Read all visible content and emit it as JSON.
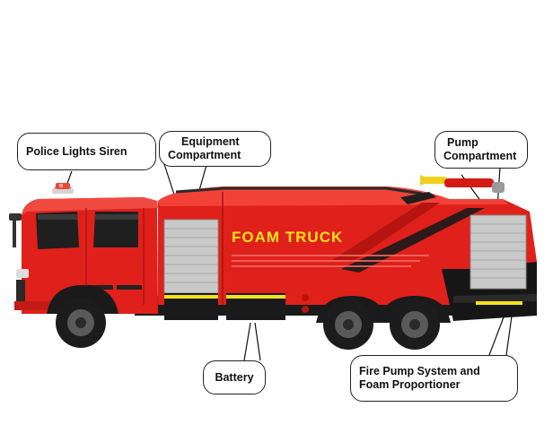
{
  "truck": {
    "side_text": "FOAM TRUCK",
    "colors": {
      "body": "#e0201b",
      "body_dark": "#b51410",
      "skirt": "#161616",
      "shutter": "#c9c9c9",
      "lettering": "#ffe21c",
      "reflective_strip": "#f2e21a",
      "nozzle": "#f0d01e",
      "beacon": "#e84a3a"
    }
  },
  "callouts": {
    "police_lights": {
      "line1": "Police Lights Siren"
    },
    "equipment": {
      "line1": "Equipment",
      "line2": "Compartment"
    },
    "pump": {
      "line1": "Pump",
      "line2": "Compartment"
    },
    "battery": {
      "line1": "Battery"
    },
    "fire_pump": {
      "line1": "Fire Pump System and",
      "line2": "Foam Proportioner"
    }
  }
}
